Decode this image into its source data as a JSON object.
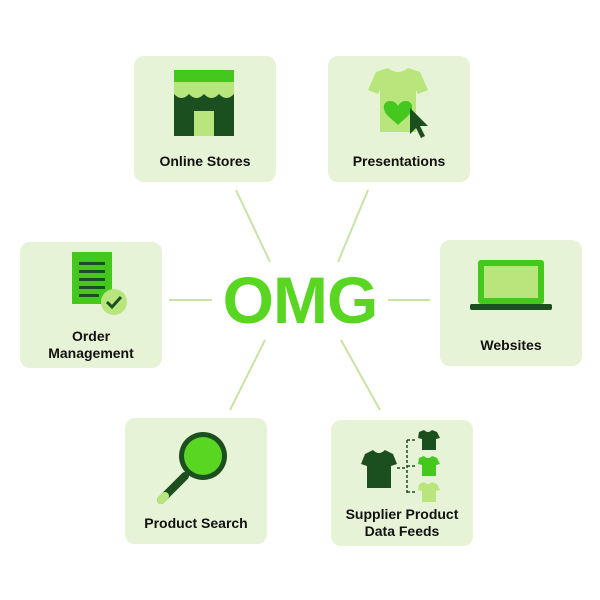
{
  "colors": {
    "card_bg": "#e6f3d6",
    "spoke": "#c7e4a6",
    "center_text": "#58d622",
    "dark_green": "#1c4f1f",
    "mid_green": "#45c81e",
    "light_green": "#b8e57c",
    "label_text": "#111111"
  },
  "center": {
    "label": "OMG"
  },
  "cards": {
    "online_stores": {
      "label": "Online Stores",
      "icon": "storefront-icon"
    },
    "presentations": {
      "label": "Presentations",
      "icon": "tshirt-heart-cursor-icon"
    },
    "order_management": {
      "label_line1": "Order",
      "label_line2": "Management",
      "icon": "document-check-icon"
    },
    "websites": {
      "label": "Websites",
      "icon": "laptop-icon"
    },
    "product_search": {
      "label": "Product Search",
      "icon": "magnifier-icon"
    },
    "supplier_feeds": {
      "label_line1": "Supplier Product",
      "label_line2": "Data Feeds",
      "icon": "tshirt-feed-icon"
    }
  }
}
